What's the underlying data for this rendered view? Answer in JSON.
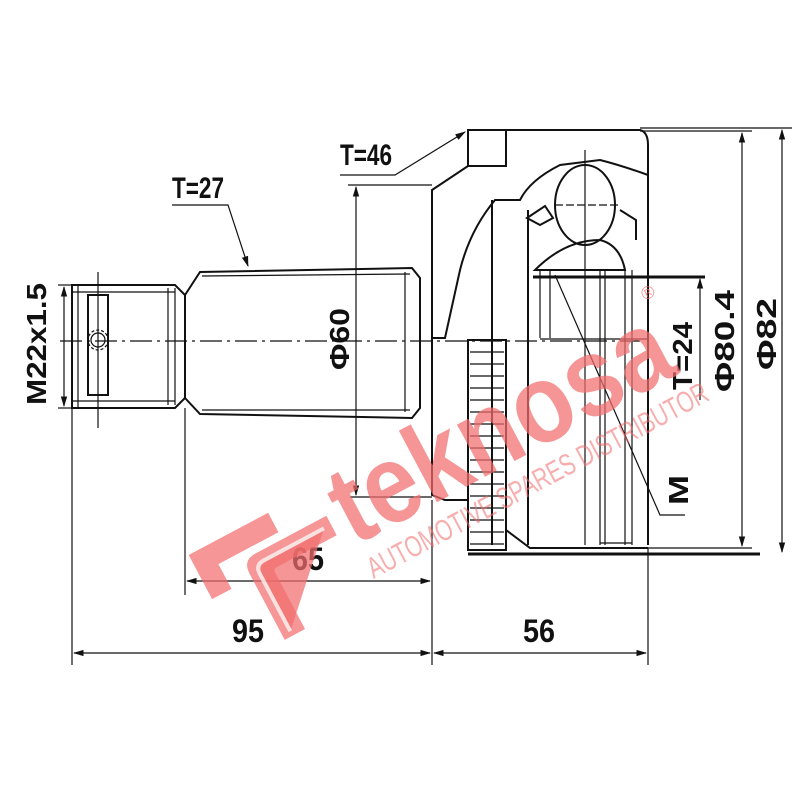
{
  "drawing": {
    "subject": "CV joint outer technical drawing",
    "labels": {
      "thread": "M22x1.5",
      "shaft_teeth": "T=27",
      "abs_ring_teeth": "T=46",
      "inner_teeth": "T=24",
      "shaft_diameter": "Φ60",
      "seal_diameter": "Φ80.4",
      "outer_diameter": "Φ82",
      "marker": "M"
    },
    "dimensions": {
      "length_shaft": "65",
      "length_total_stub": "95",
      "length_bell": "56"
    }
  },
  "watermark": {
    "brand": "teknosa",
    "tagline": "AUTOMOTIVE SPARES DISTRIBUTOR",
    "registered_mark": "®",
    "color": "#f26d6d"
  }
}
